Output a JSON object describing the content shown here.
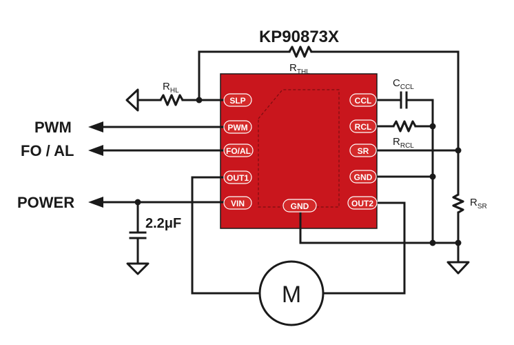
{
  "title": "KP90873X",
  "colors": {
    "chip": "#c9161d",
    "wire": "#1a1a1a",
    "pin_text": "#ffffff"
  },
  "pins_left": [
    "SLP",
    "PWM",
    "FO/AL",
    "OUT1",
    "VIN"
  ],
  "pins_right": [
    "CCL",
    "RCL",
    "SR",
    "GND",
    "OUT2"
  ],
  "pin_bottom": "GND",
  "signals": {
    "pwm": "PWM",
    "fo_al": "FO / AL",
    "power": "POWER"
  },
  "components": {
    "r_thl": {
      "main": "R",
      "sub": "THL"
    },
    "r_hl": {
      "main": "R",
      "sub": "HL"
    },
    "c_ccl": {
      "main": "C",
      "sub": "CCL"
    },
    "r_rcl": {
      "main": "R",
      "sub": "RCL"
    },
    "r_sr": {
      "main": "R",
      "sub": "SR"
    },
    "cap_vin": "2.2μF",
    "motor": "M"
  }
}
